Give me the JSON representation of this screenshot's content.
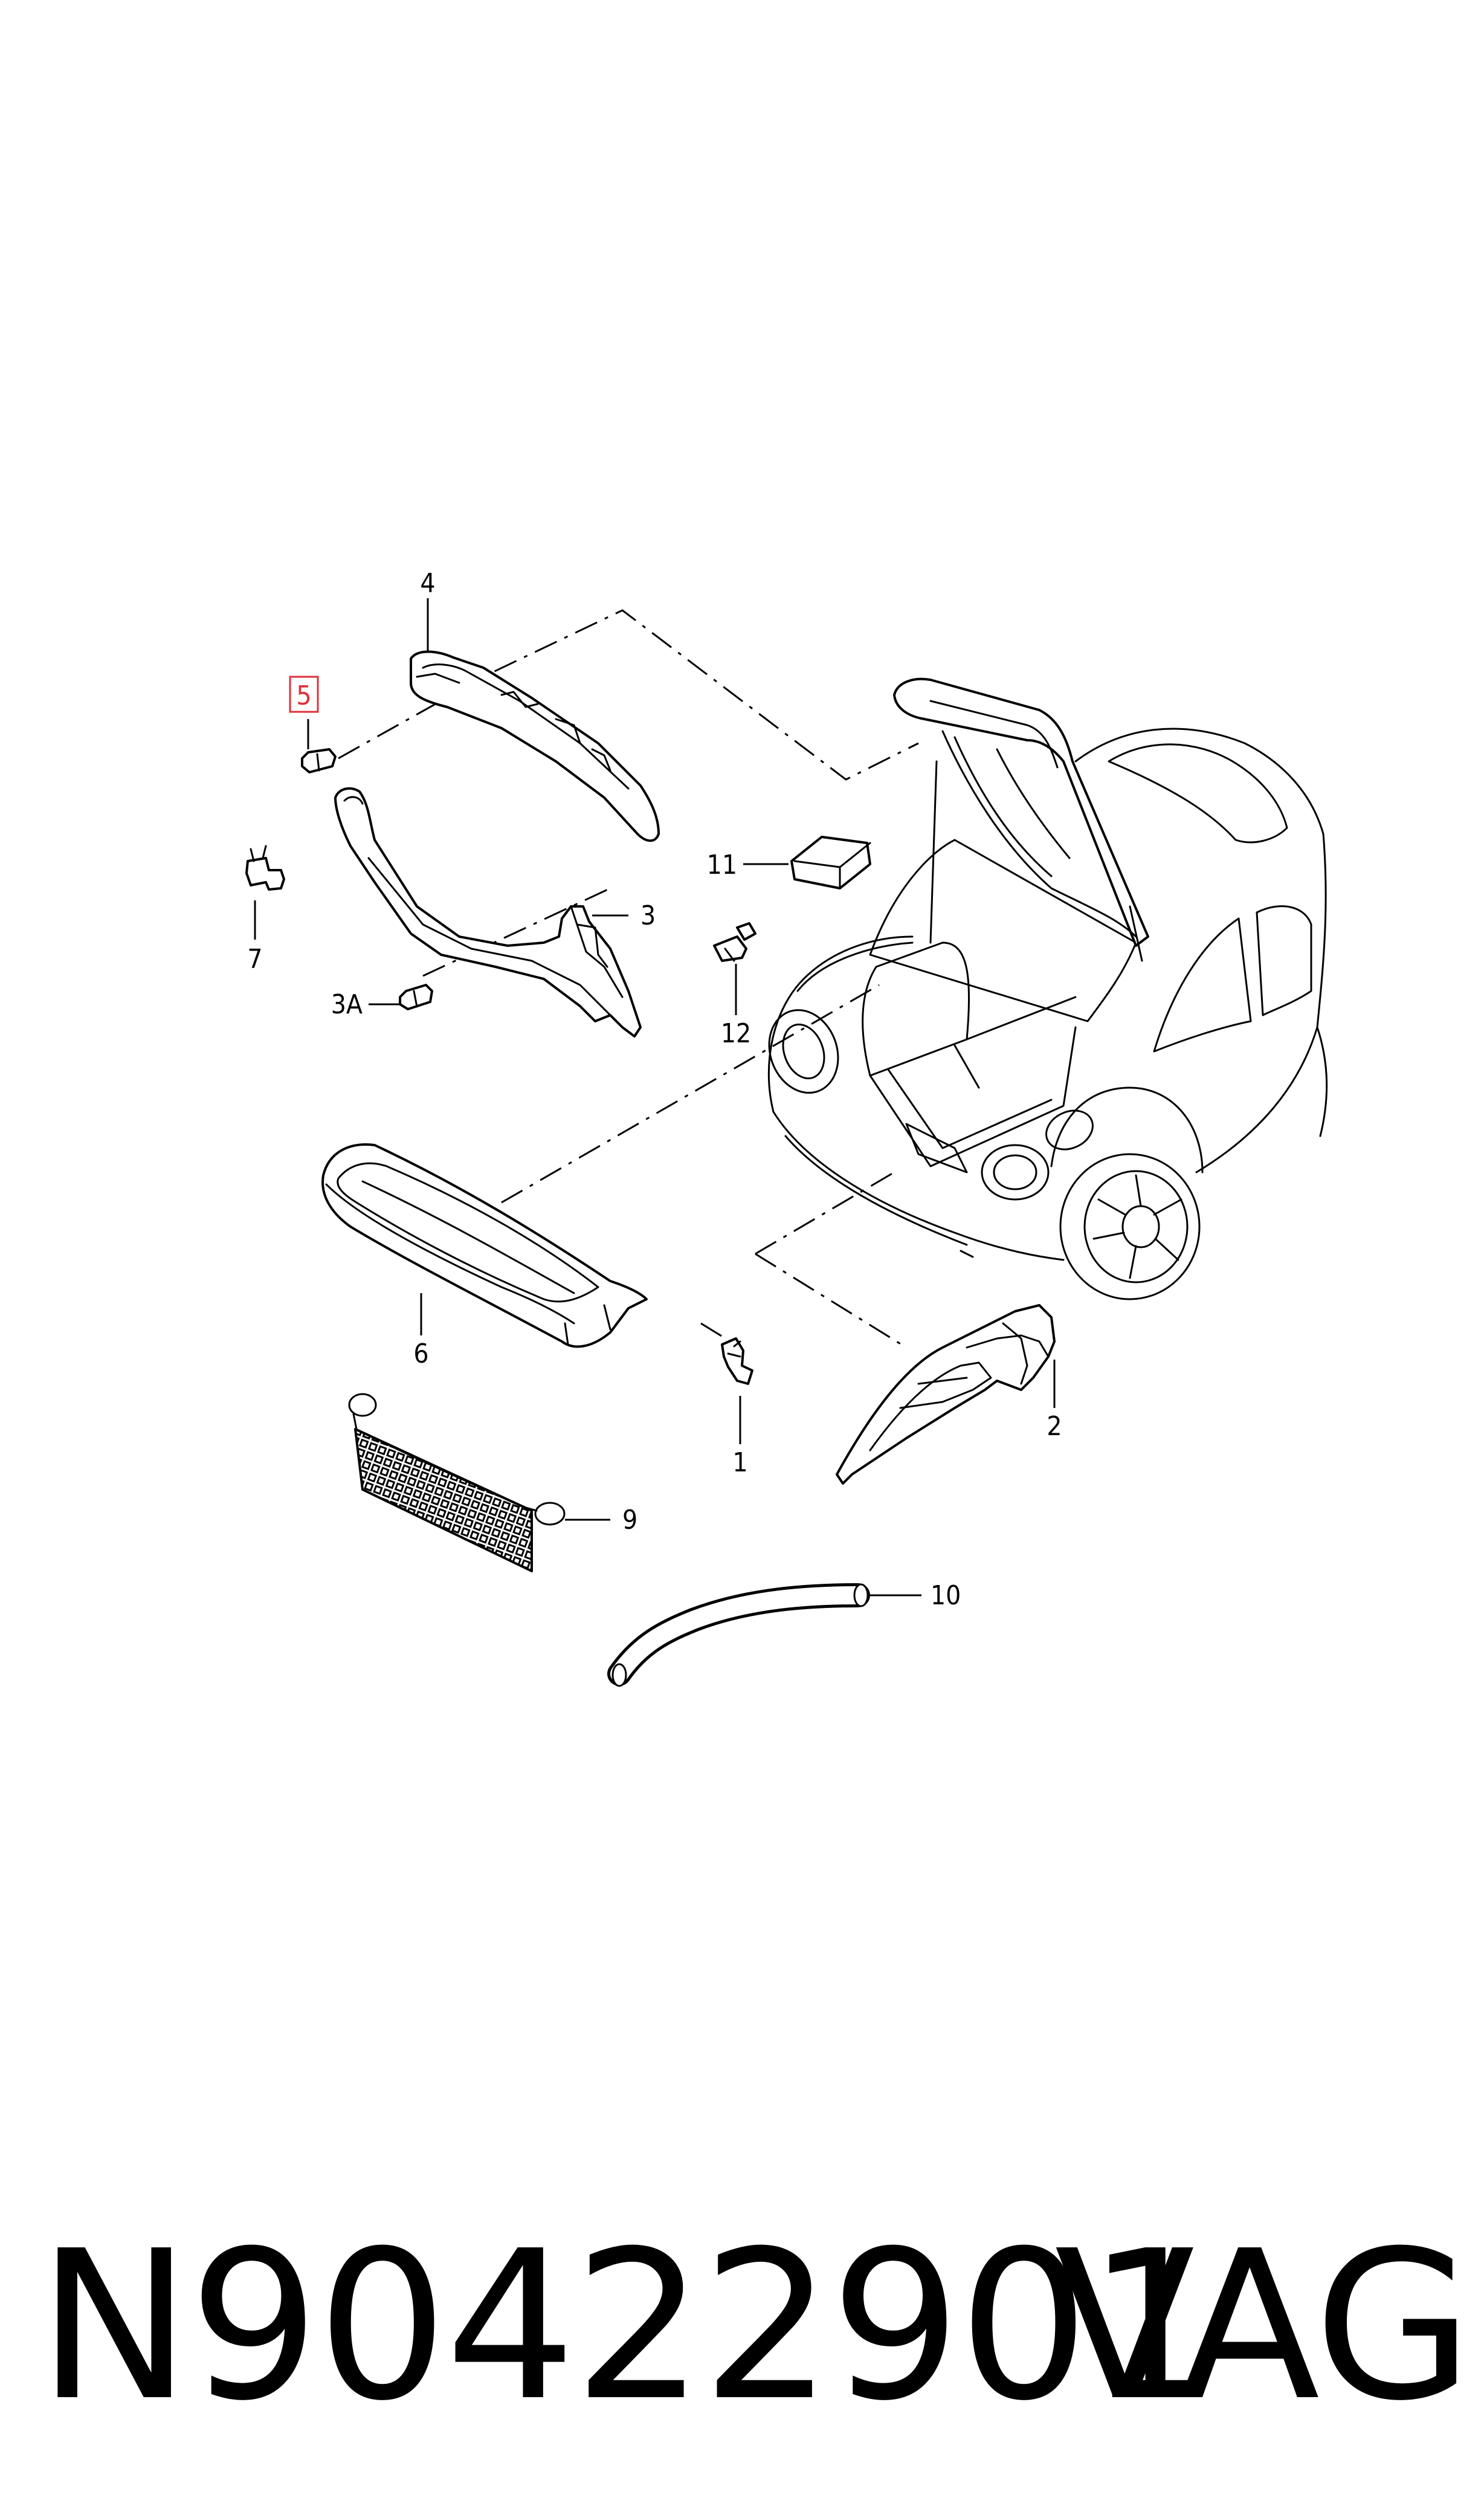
{
  "diagram": {
    "callouts": {
      "c1": "1",
      "c2": "2",
      "c3": "3",
      "c3a": "3A",
      "c4": "4",
      "c5": "5",
      "c6": "6",
      "c7": "7",
      "c9": "9",
      "c10": "10",
      "c11": "11",
      "c12": "12"
    },
    "highlighted_callout": "5",
    "highlight_color": "#e0303a"
  },
  "footer": {
    "part_number": "N90422901",
    "brand": "VAG"
  }
}
